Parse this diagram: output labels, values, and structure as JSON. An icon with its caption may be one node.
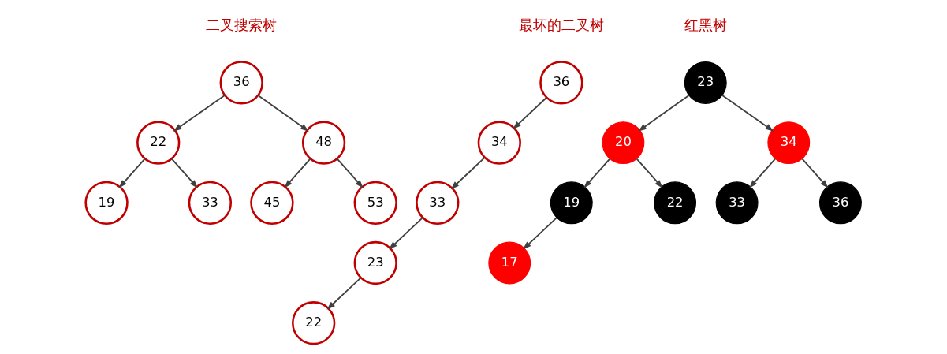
{
  "diagram": {
    "nodes": [
      {
        "text": [
          "36"
        ]
      },
      {
        "text": [
          "22"
        ]
      },
      {
        "text": [
          "48"
        ]
      },
      {
        "text": [
          "19"
        ]
      },
      {
        "text": [
          "33"
        ]
      },
      {
        "text": [
          "45"
        ]
      },
      {
        "text": [
          "53"
        ]
      },
      {
        "text": [
          "36"
        ]
      },
      {
        "text": [
          "34"
        ]
      },
      {
        "text": [
          "33"
        ]
      },
      {
        "text": [
          "23"
        ]
      },
      {
        "text": [
          "22"
        ]
      },
      {
        "text": [
          "23"
        ]
      },
      {
        "text": [
          "20"
        ]
      },
      {
        "text": [
          "34"
        ]
      },
      {
        "text": [
          "19"
        ]
      },
      {
        "text": [
          "22"
        ]
      },
      {
        "text": [
          "33"
        ]
      },
      {
        "text": [
          "36"
        ]
      },
      {
        "text": [
          "17"
        ]
      }
    ],
    "edges": [
      {
        "from": 0,
        "to": 1,
        "arrow": "to"
      },
      {
        "from": 0,
        "to": 2,
        "arrow": "to"
      },
      {
        "from": 1,
        "to": 3,
        "arrow": "to"
      },
      {
        "from": 1,
        "to": 4,
        "arrow": "to"
      },
      {
        "from": 2,
        "to": 5,
        "arrow": "to"
      },
      {
        "from": 2,
        "to": 6,
        "arrow": "to"
      },
      {
        "from": 7,
        "to": 8,
        "arrow": "to"
      },
      {
        "from": 8,
        "to": 9,
        "arrow": "to"
      },
      {
        "from": 9,
        "to": 10,
        "arrow": "to"
      },
      {
        "from": 10,
        "to": 11,
        "arrow": "to"
      },
      {
        "from": 12,
        "to": 13,
        "arrow": "to"
      },
      {
        "from": 12,
        "to": 14,
        "arrow": "to"
      },
      {
        "from": 13,
        "to": 15,
        "arrow": "to"
      },
      {
        "from": 13,
        "to": 16,
        "arrow": "to"
      },
      {
        "from": 14,
        "to": 17,
        "arrow": "to"
      },
      {
        "from": 14,
        "to": 18,
        "arrow": "to"
      },
      {
        "from": 15,
        "to": 19,
        "arrow": "to"
      }
    ],
    "labels": [
      "二叉搜索树",
      "最坏的二叉树",
      "红黑树"
    ]
  }
}
